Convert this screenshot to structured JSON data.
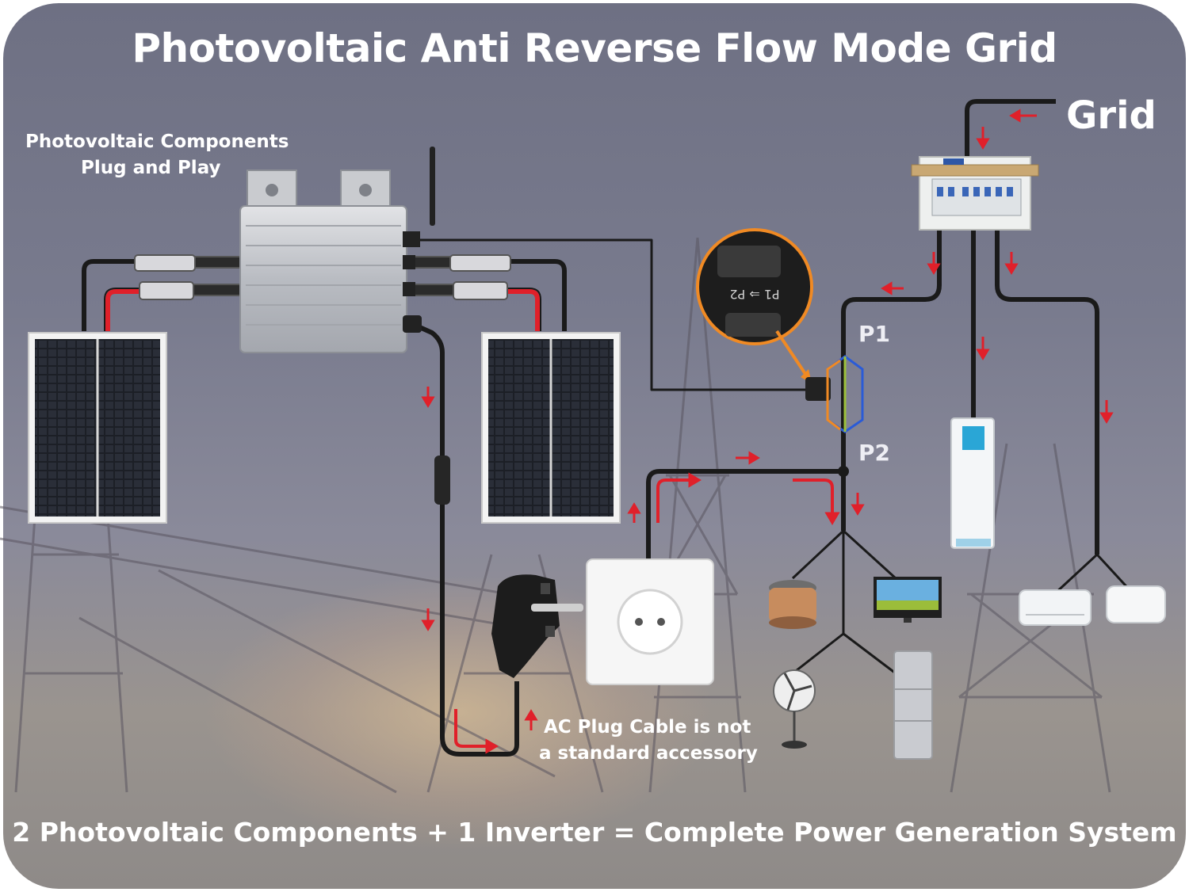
{
  "title": "Photovoltaic Anti Reverse Flow Mode Grid",
  "grid_label": "Grid",
  "pv_note": {
    "line1": "Photovoltaic Components",
    "line2": "Plug and Play"
  },
  "ac_note": {
    "line1": "AC Plug Cable is not",
    "line2": "a standard accessory"
  },
  "points": {
    "p1": "P1",
    "p2": "P2"
  },
  "bottom_caption": "2 Photovoltaic Components + 1 Inverter = Complete Power Generation System",
  "colors": {
    "cable": "#1a1a1a",
    "dc_positive": "#e0202a",
    "flow_arrow": "#e0202a",
    "text": "#ffffff",
    "ct_ring_blue": "#2a5bd7",
    "ct_ring_orange": "#f08a24"
  }
}
